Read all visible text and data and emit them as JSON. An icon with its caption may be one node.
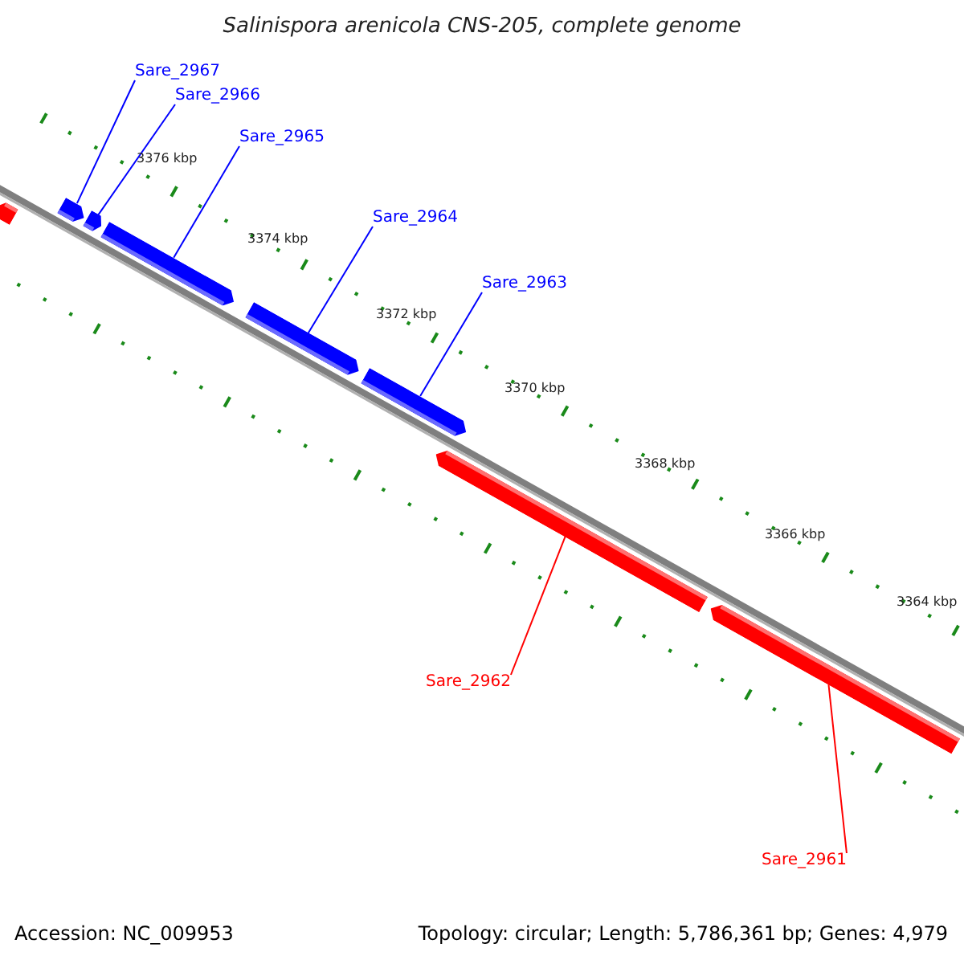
{
  "diagram": {
    "title": "Salinispora arenicola CNS-205, complete genome",
    "nodes": [
      {
        "text": [
          "Sare_2967"
        ]
      },
      {
        "text": [
          "Sare_2966"
        ]
      },
      {
        "text": [
          "Sare_2965"
        ]
      },
      {
        "text": [
          "Sare_2964"
        ]
      },
      {
        "text": [
          "Sare_2963"
        ]
      },
      {
        "text": [],
        "shape": "bar"
      },
      {
        "text": [],
        "shape": "bar"
      },
      {
        "text": [],
        "shape": "bar"
      },
      {
        "text": [],
        "shape": "bar"
      },
      {
        "text": [],
        "shape": "bar"
      },
      {
        "text": [],
        "shape": "bar"
      },
      {
        "text": [],
        "shape": "bar"
      },
      {
        "text": [],
        "shape": "bar"
      },
      {
        "text": [
          "Sare_2962"
        ]
      },
      {
        "text": [
          "Sare_2961"
        ]
      }
    ],
    "edges": [
      {
        "from": 0,
        "to": 6,
        "arrow": "none"
      },
      {
        "from": 1,
        "to": 7,
        "arrow": "none"
      },
      {
        "from": 2,
        "to": 8,
        "arrow": "none"
      },
      {
        "from": 3,
        "to": 9,
        "arrow": "none"
      },
      {
        "from": 4,
        "to": 10,
        "arrow": "none"
      },
      {
        "from": 13,
        "to": 11,
        "arrow": "none",
        "color": "#ff0000"
      },
      {
        "from": 14,
        "to": 12,
        "arrow": "none",
        "color": "#ff0000"
      }
    ],
    "labels": [
      "3376 kbp",
      "3374 kbp",
      "3372 kbp",
      "3370 kbp",
      "3368 kbp",
      "3366 kbp",
      "3364 kbp",
      "Accession: NC_009953",
      "Topology: circular; Length: 5,786,361 bp; Genes: 4,979"
    ]
  }
}
